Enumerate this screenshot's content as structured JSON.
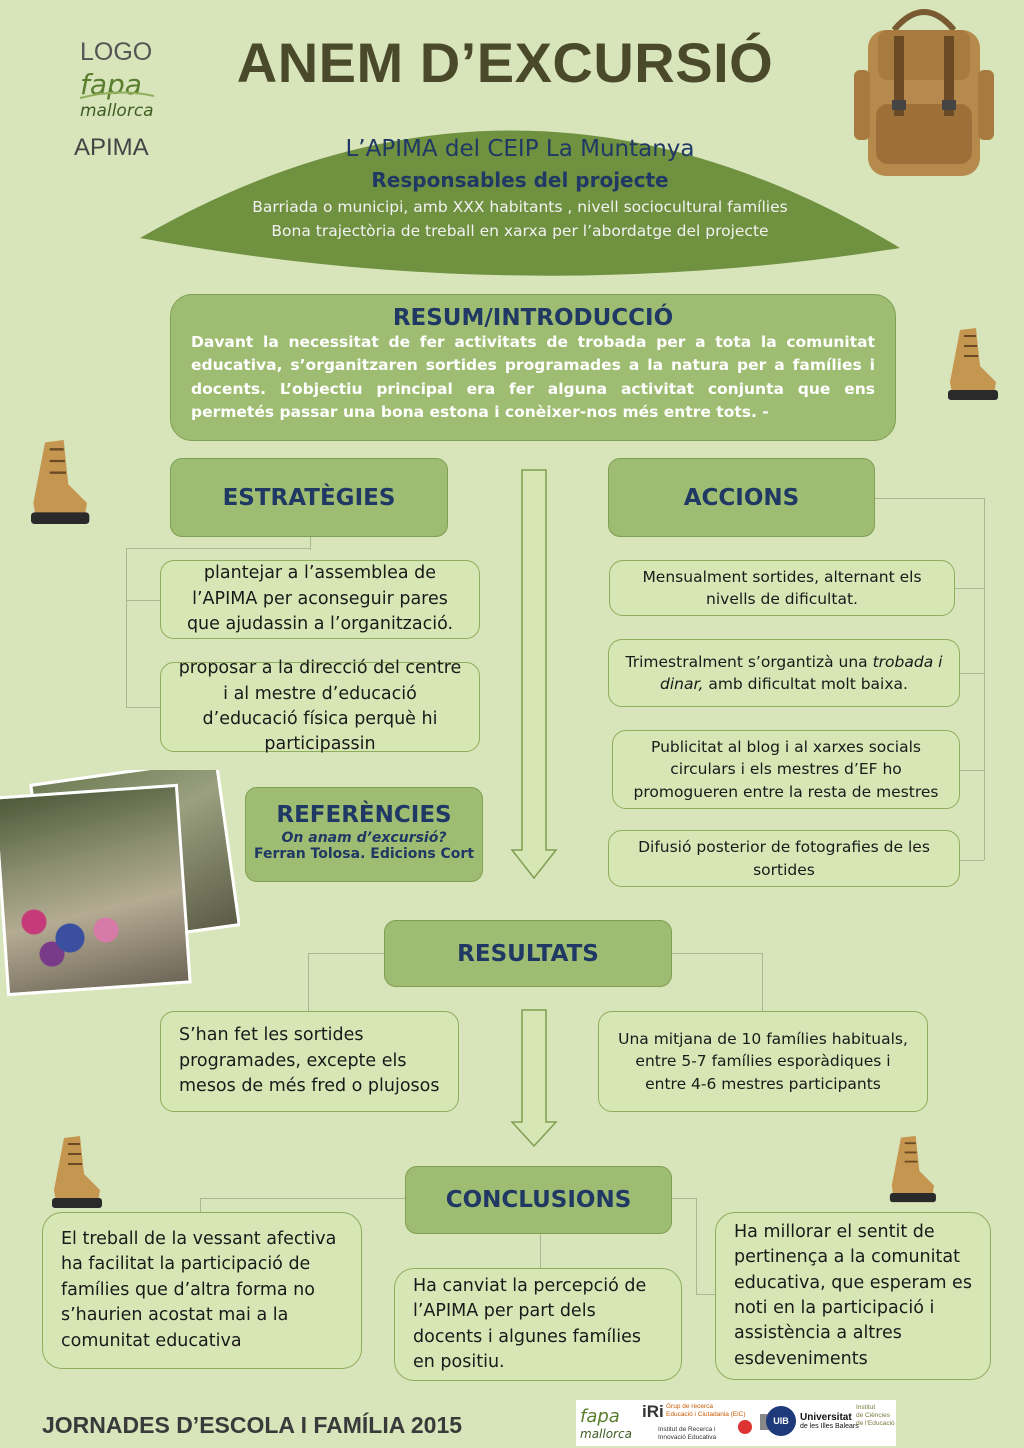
{
  "header": {
    "logo_label": "LOGO",
    "logo_sub": "APIMA",
    "title": "ANEM D’EXCURSIÓ",
    "org": "L’APIMA del CEIP La Muntanya",
    "responsables": "Responsables del projecte",
    "line1": "Barriada o municipi, amb XXX habitants , nivell sociocultural famílies",
    "line2": "Bona trajectòria de treball en xarxa per l’abordatge del projecte"
  },
  "resum": {
    "title": "RESUM/INTRODUCCIÓ",
    "text": "Davant la necessitat de fer activitats de trobada per a tota la comunitat educativa, s’organitzaren sortides programades a la natura per a famílies i docents. L’objectiu principal era fer alguna activitat conjunta que ens permetés passar una bona estona i conèixer-nos més entre tots. -"
  },
  "estrategies": {
    "title": "ESTRATÈGIES",
    "items": [
      "plantejar a l’assemblea de l’APIMA per aconseguir pares que ajudassin a l’organització.",
      "proposar a la direcció del centre i al mestre d’educació d’educació física perquè hi participassin"
    ]
  },
  "accions": {
    "title": "ACCIONS",
    "item1": "Mensualment sortides, alternant els nivells de dificultat.",
    "item2_pre": "Trimestralment s’organtizà una ",
    "item2_em": "trobada i dinar,",
    "item2_post": " amb dificultat molt baixa.",
    "item3": "Publicitat al blog i al xarxes socials circulars i els mestres d’EF ho promogueren entre la resta de mestres",
    "item4": "Difusió posterior de fotografies de les sortides"
  },
  "referencies": {
    "title": "REFERÈNCIES",
    "book": "On anam d’excursió?",
    "author": "Ferran Tolosa. Edicions Cort"
  },
  "resultats": {
    "title": "RESULTATS",
    "left": "S’han fet les sortides programades, excepte els mesos de més fred o plujosos",
    "right": "Una mitjana de 10 famílies habituals, entre 5-7 famílies esporàdiques i entre 4-6 mestres participants"
  },
  "conclusions": {
    "title": "CONCLUSIONS",
    "left": "El treball de la vessant afectiva ha facilitat la participació de famílies que d’altra forma no s’haurien acostat mai a la comunitat educativa",
    "center": "Ha canviat la percepció de l’APIMA per part dels docents i algunes famílies en positiu.",
    "right": "Ha millorar el sentit de pertinença a la comunitat educativa, que esperam es noti en la participació i assistència a altres esdeveniments"
  },
  "footer": {
    "title": "JORNADES D’ESCOLA I FAMÍLIA 2015",
    "iri": "iRi",
    "iri_text1": "Grup de recerca",
    "iri_text2": "Educació i Ciutadania (EiC)",
    "iri_text3": "Institut de Recerca i",
    "iri_text4": "Innovació Educativa",
    "uib": "UIB",
    "univ1": "Universitat",
    "univ2": "de les Illes Balears",
    "ice1": "Institut",
    "ice2": "de Ciències",
    "ice3": "de l’Educació"
  },
  "colors": {
    "background": "#d8e5bb",
    "header_box": "#9fbd72",
    "item_box": "#d6e6b5",
    "title": "#4a4a2a",
    "heading_blue": "#1f3864",
    "ellipse": "#6f9140"
  }
}
